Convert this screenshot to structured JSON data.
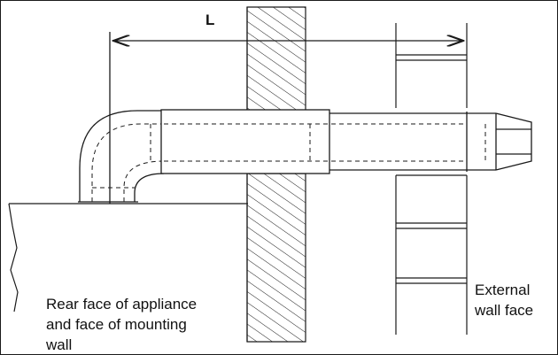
{
  "dimension_label": "L",
  "rear_face_label": {
    "line1": "Rear face of appliance",
    "line2": "and face of mounting",
    "line3": "wall"
  },
  "external_wall_label": {
    "line1": "External",
    "line2": "wall face"
  },
  "colors": {
    "stroke": "#1a1a1a",
    "background": "#ffffff"
  }
}
